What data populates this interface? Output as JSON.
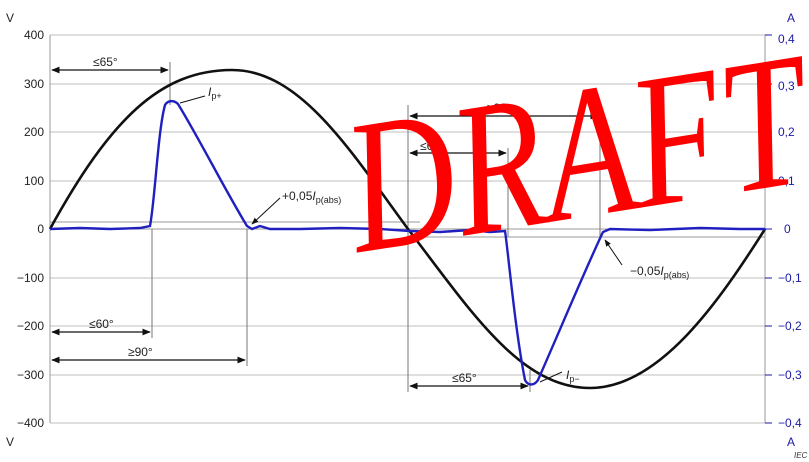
{
  "axes": {
    "left_unit_top": "V",
    "left_unit_bottom": "V",
    "right_unit_top": "A",
    "right_unit_bottom": "A",
    "left_ticks": [
      "400",
      "300",
      "200",
      "100",
      "0",
      "−100",
      "−200",
      "−300",
      "−400"
    ],
    "right_ticks": [
      "0,4",
      "0,3",
      "0,2",
      "0,1",
      "0",
      "−0,1",
      "−0,2",
      "−0,3",
      "−0,4"
    ]
  },
  "annotations": {
    "dim_le65_top": "≤65°",
    "dim_le60_left": "≤60°",
    "dim_ge90_left": "≥90°",
    "dim_ge90_right": "≥90",
    "dim_le60_right": "≤60",
    "dim_le65_bottom": "≤65°",
    "ip_plus_main": "I",
    "ip_plus_sub": "p+",
    "ip_minus_main": "I",
    "ip_minus_sub": "p−",
    "pos_thresh_main": "+0,05",
    "pos_thresh_italic": "I",
    "pos_thresh_sub": "p(abs)",
    "neg_thresh_main": "−0,05",
    "neg_thresh_italic": "I",
    "neg_thresh_sub": "p(abs)"
  },
  "watermark": "DRAFT",
  "source_mark": "IEC",
  "colors": {
    "voltage": "#111111",
    "current": "#2020c0",
    "watermark": "#ff0000",
    "grid": "#bfbfbf"
  }
}
